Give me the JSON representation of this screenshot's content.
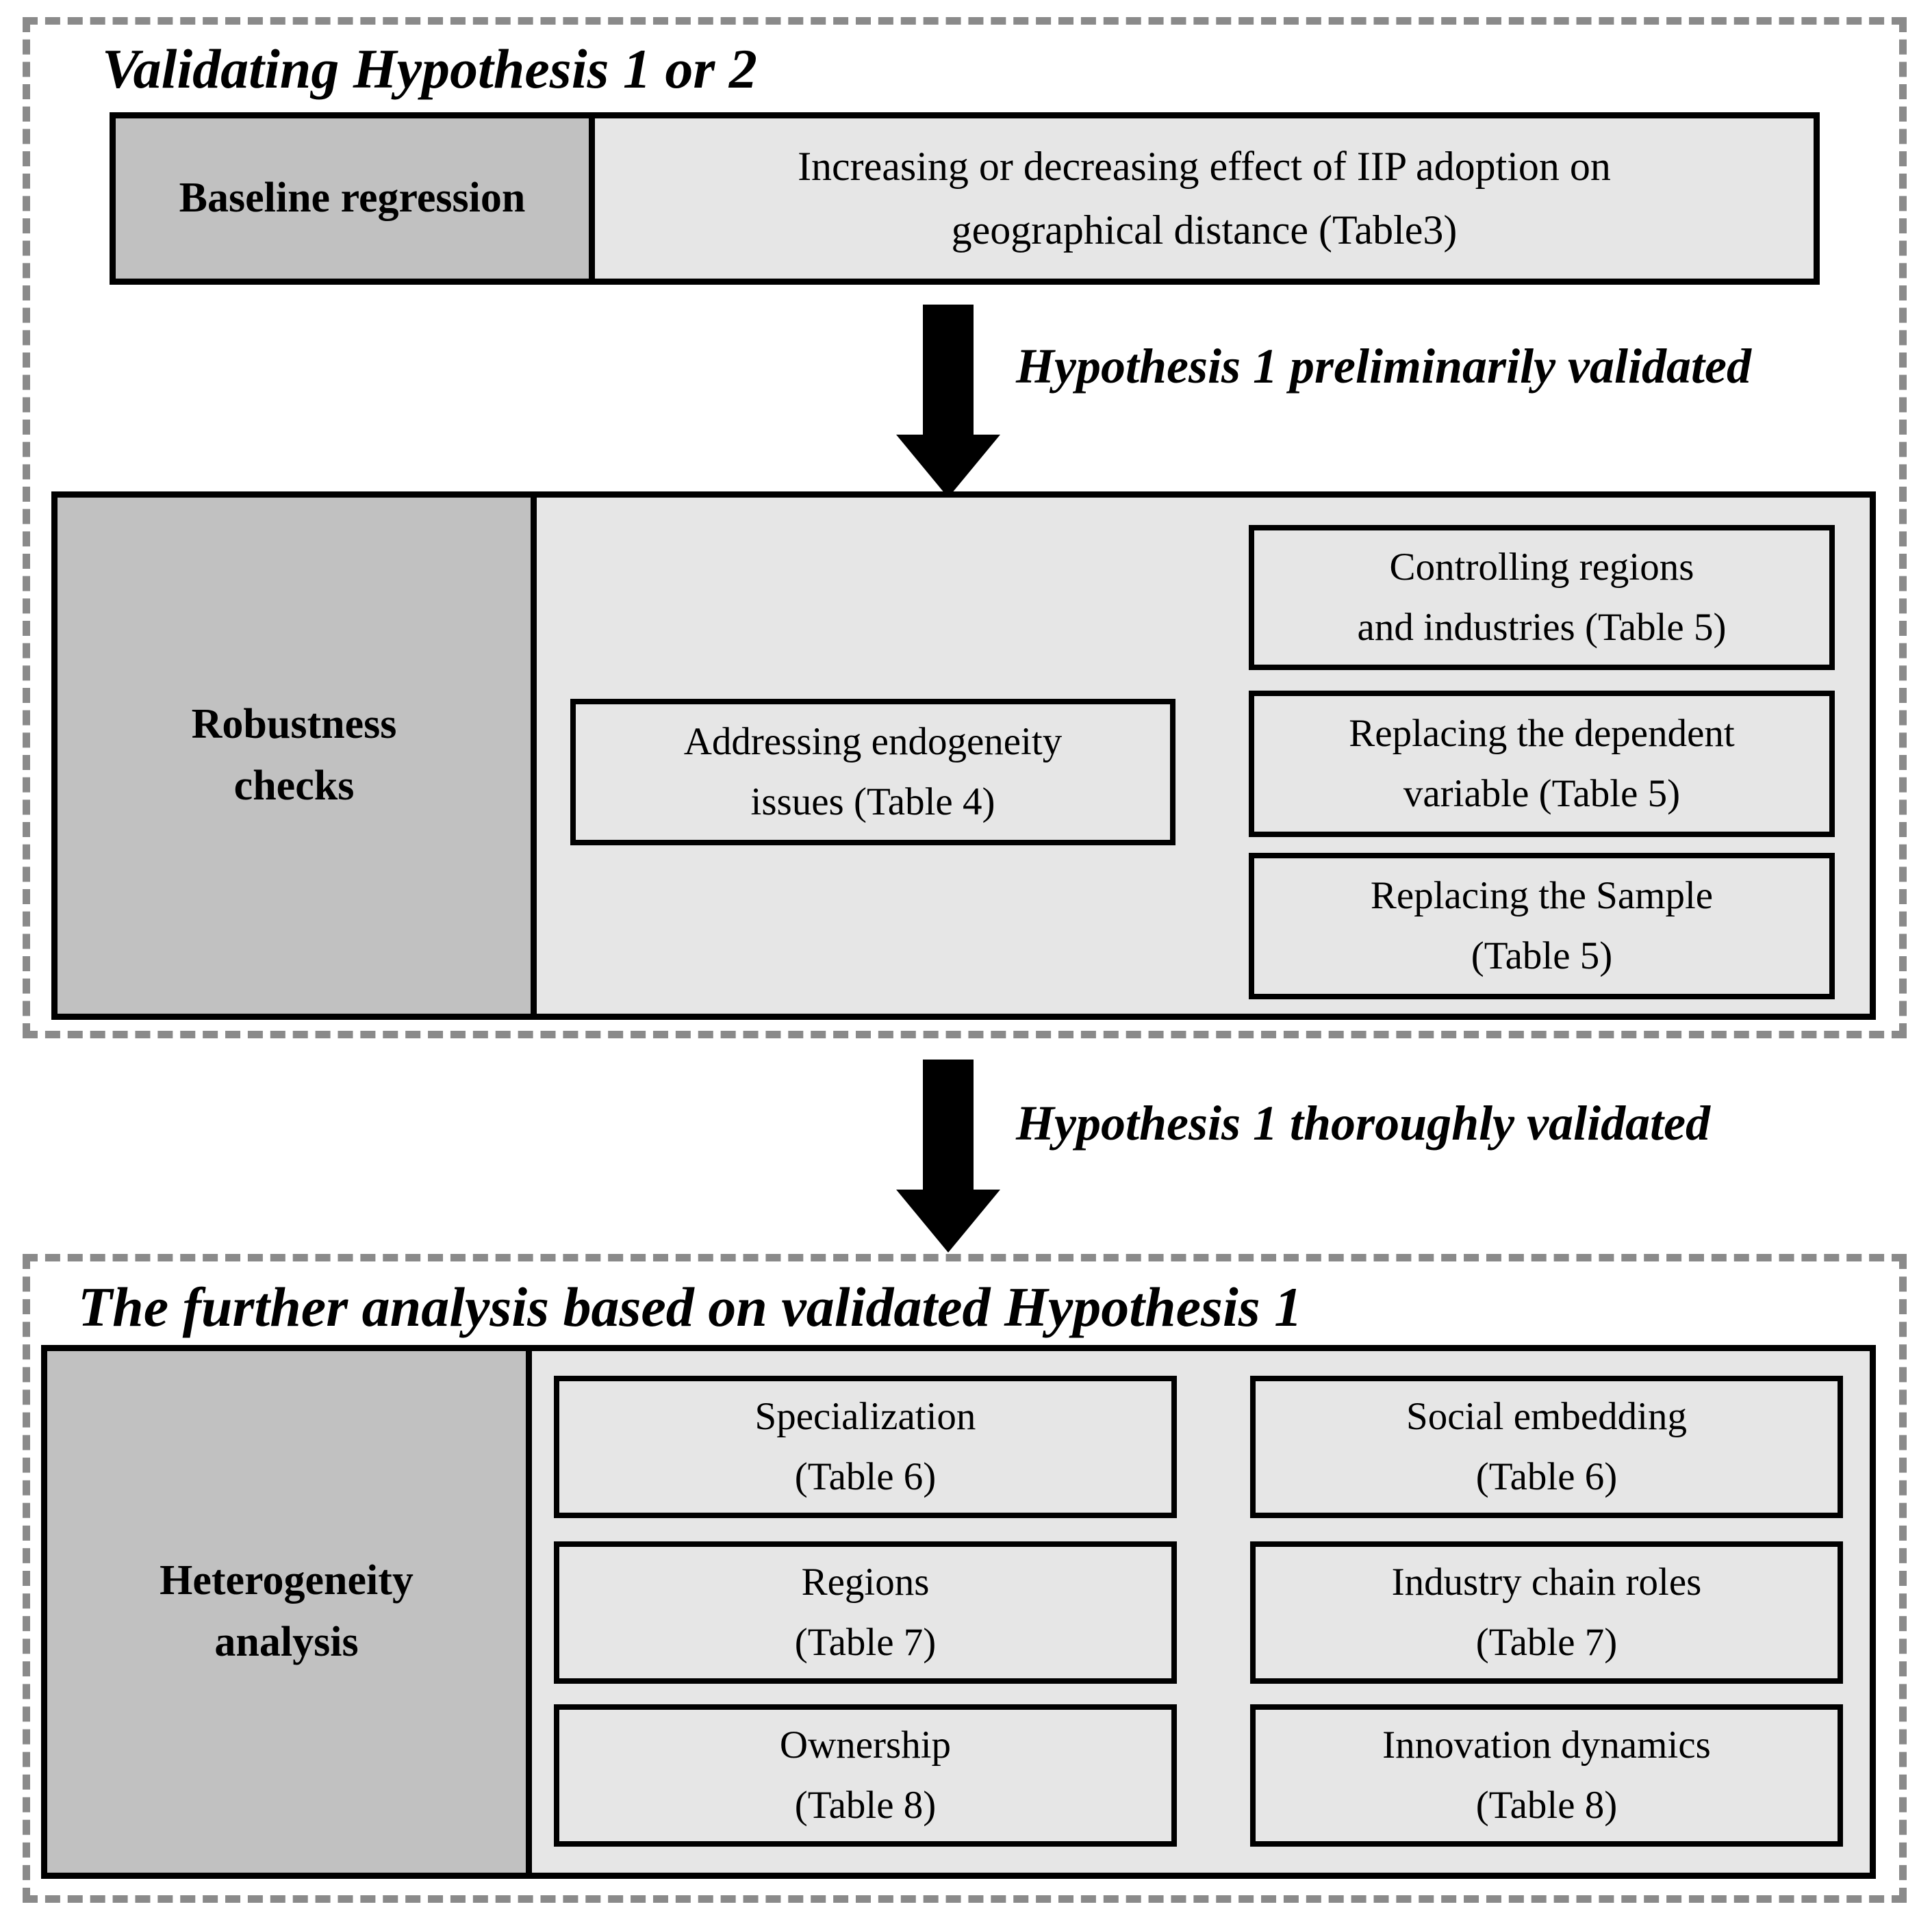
{
  "palette": {
    "background": "#ffffff",
    "dark_cell": "#c1c1c1",
    "light_cell": "#e6e6e6",
    "border_black": "#000000",
    "dashed_border": "#8a8a8a",
    "arrow_black": "#000000"
  },
  "section1": {
    "title": "Validating Hypothesis 1 or 2",
    "baseline": {
      "header": "Baseline regression",
      "content_line1": "Increasing or decreasing effect of IIP adoption on",
      "content_line2": "geographical distance (Table3)"
    },
    "arrow_label": "Hypothesis 1 preliminarily validated",
    "robustness": {
      "header_line1": "Robustness",
      "header_line2": "checks",
      "boxes": {
        "endogeneity": {
          "line1": "Addressing endogeneity",
          "line2": "issues (Table 4)"
        },
        "controlling": {
          "line1": "Controlling regions",
          "line2": "and industries (Table 5)"
        },
        "dependent": {
          "line1": "Replacing the dependent",
          "line2": "variable (Table 5)"
        },
        "sample": {
          "line1": "Replacing the Sample",
          "line2": "(Table 5)"
        }
      }
    }
  },
  "between": {
    "arrow_label": "Hypothesis 1 thoroughly validated"
  },
  "section2": {
    "title": "The further analysis based on validated Hypothesis 1",
    "heterogeneity": {
      "header_line1": "Heterogeneity",
      "header_line2": "analysis",
      "boxes": {
        "specialization": {
          "line1": "Specialization",
          "line2": "(Table 6)"
        },
        "social": {
          "line1": "Social embedding",
          "line2": "(Table 6)"
        },
        "regions": {
          "line1": "Regions",
          "line2": "(Table 7)"
        },
        "industry": {
          "line1": "Industry chain roles",
          "line2": "(Table 7)"
        },
        "ownership": {
          "line1": "Ownership",
          "line2": "(Table 8)"
        },
        "innovation": {
          "line1": "Innovation dynamics",
          "line2": "(Table 8)"
        }
      }
    }
  }
}
